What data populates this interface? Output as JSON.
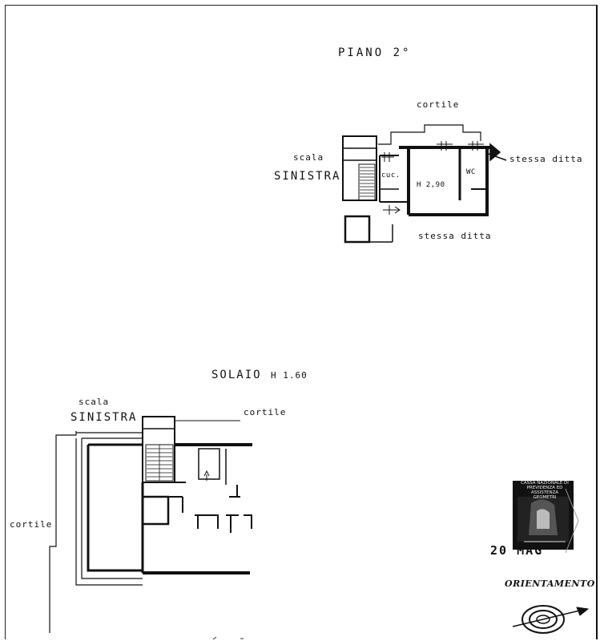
{
  "plan_top": {
    "title": "PIANO 2°",
    "stair_caption": "scala",
    "stair_side": "SINISTRA",
    "courtyard": "cortile",
    "same_owner_right": "stessa ditta",
    "same_owner_bottom": "stessa ditta",
    "kitchen": "cuc.",
    "room_height": "H 2,90",
    "bathroom": "WC"
  },
  "plan_attic": {
    "title": "SOLAIO",
    "height": "H 1.60",
    "stair_caption": "scala",
    "stair_side": "SINISTRA",
    "courtyard_top": "cortile",
    "courtyard_left": "cortile"
  },
  "stamp": {
    "line1": "CASSA NAZIONALE DI",
    "line2": "PREVIDENZA ED ASSISTENZA",
    "line3": "GEOMETRI",
    "date": "20 MAG"
  },
  "orientation": {
    "label": "ORIENTAMENTO"
  }
}
